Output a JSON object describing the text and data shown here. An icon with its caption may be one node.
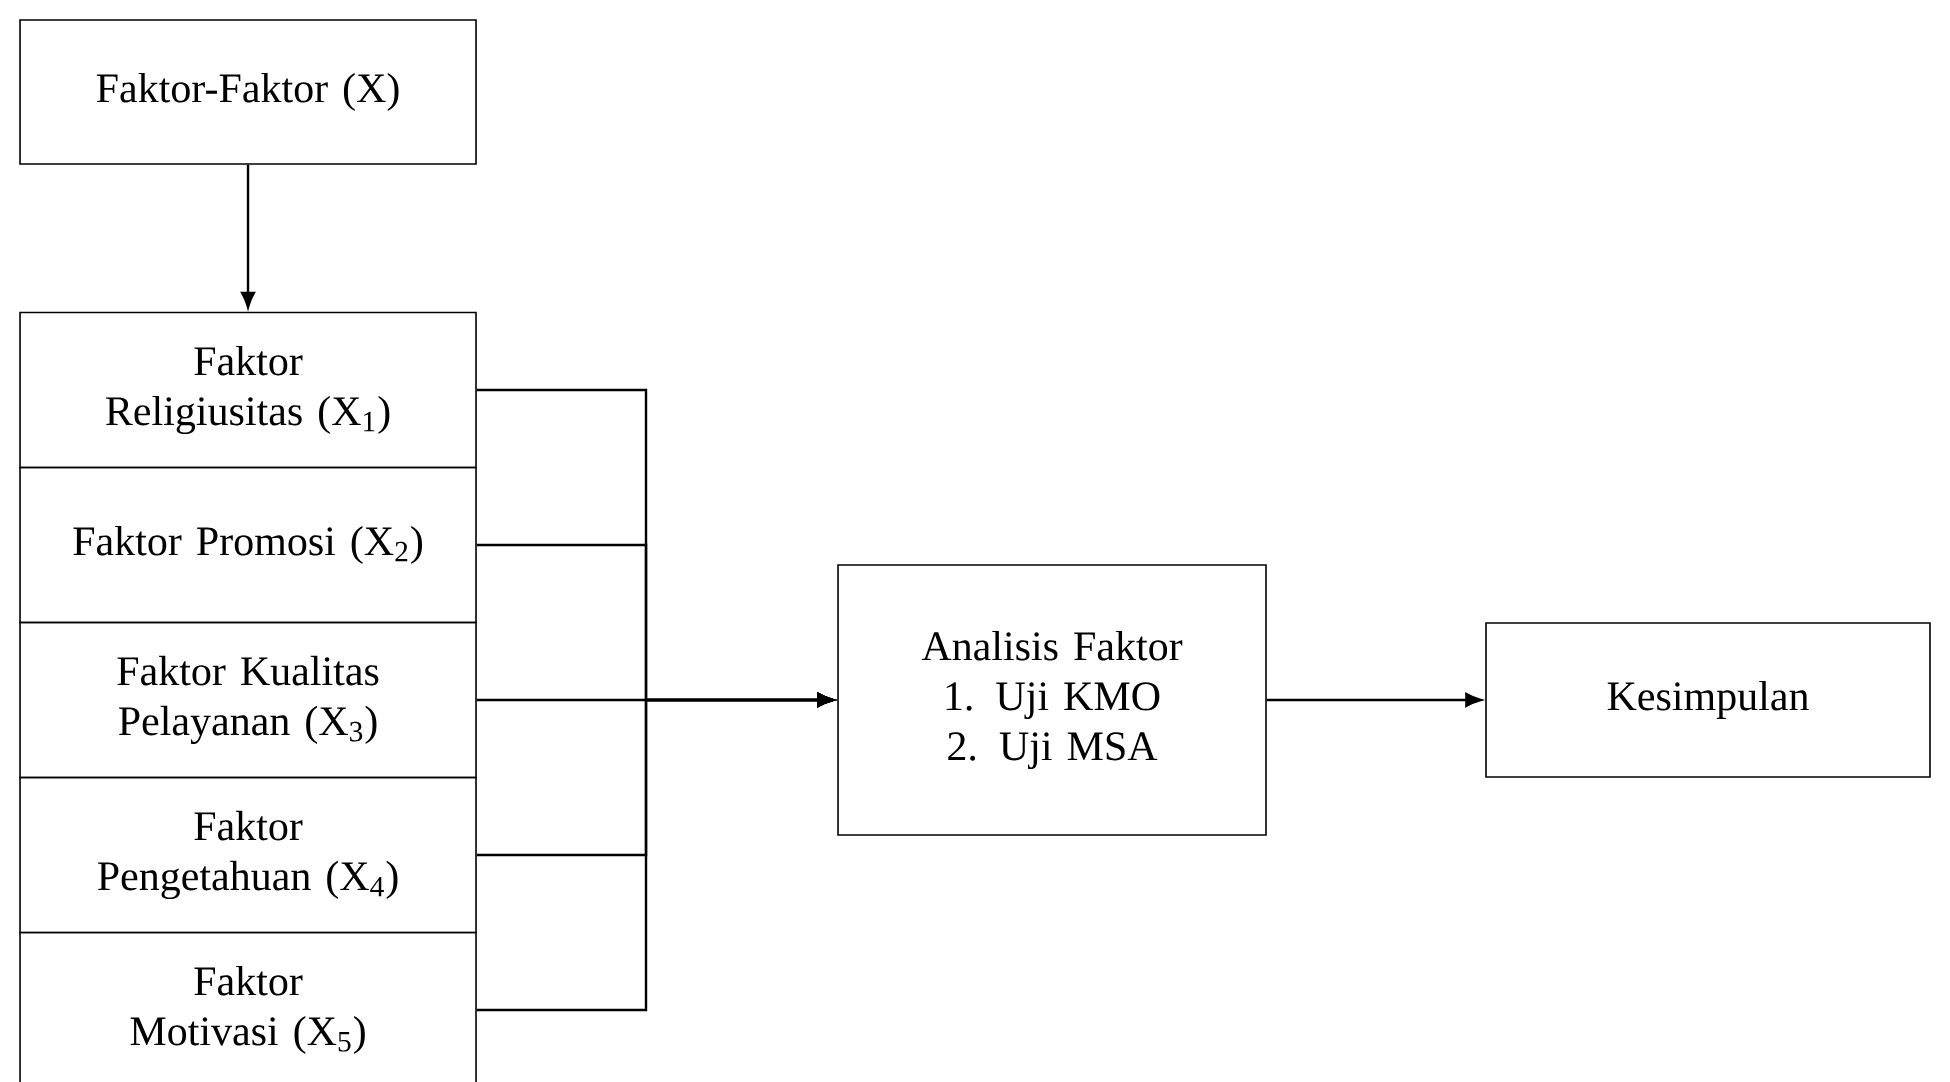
{
  "diagram": {
    "nodes": [
      {
        "text": [
          "Faktor-Faktor (X)"
        ]
      },
      {
        "text": [
          "Faktor Religiusitas (X$_{1}$)"
        ]
      },
      {
        "text": [
          "Faktor Promosi (X$_{2}$)"
        ]
      },
      {
        "text": [
          "Faktor Kualitas Pelayanan (X$_{3}$)"
        ]
      },
      {
        "text": [
          "Faktor Pengetahuan (X$_{4}$)"
        ]
      },
      {
        "text": [
          "Faktor Motivasi (X$_{5}$)"
        ]
      },
      {
        "text": [
          "Analisis Faktor",
          "1. Uji KMO",
          "2. Uji MSA"
        ]
      },
      {
        "text": [
          "Kesimpulan"
        ]
      }
    ],
    "edges": [
      {
        "from": 0,
        "to": 1,
        "arrow": "to"
      },
      {
        "from": 1,
        "to": 6,
        "arrow": "to"
      },
      {
        "from": 2,
        "to": 6,
        "arrow": "to"
      },
      {
        "from": 3,
        "to": 6,
        "arrow": "to"
      },
      {
        "from": 4,
        "to": 6,
        "arrow": "to"
      },
      {
        "from": 5,
        "to": 6,
        "arrow": "to"
      },
      {
        "from": 6,
        "to": 7,
        "arrow": "to"
      }
    ]
  }
}
